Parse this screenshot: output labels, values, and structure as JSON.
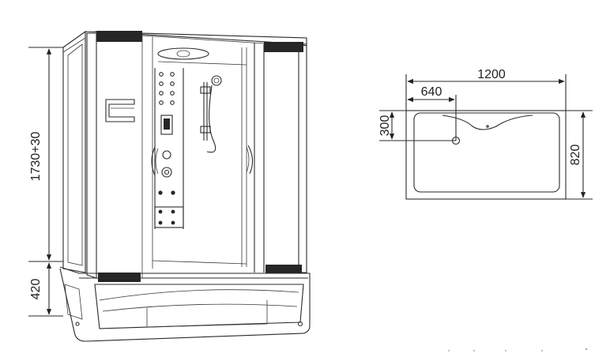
{
  "dimensions": {
    "front_height": "1730+30",
    "base_height": "420",
    "plan_width": "1200",
    "drain_offset_x": "640",
    "drain_offset_y": "300",
    "plan_depth": "820"
  }
}
